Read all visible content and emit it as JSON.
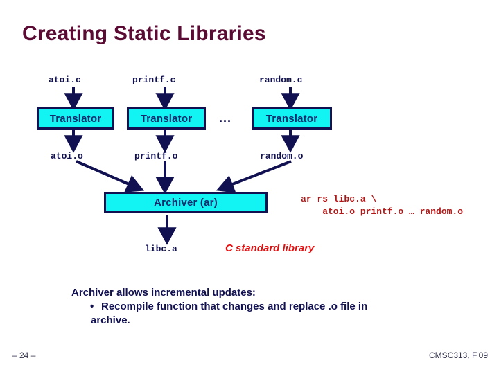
{
  "slide": {
    "title": "Creating Static Libraries",
    "page_number": "– 24 –",
    "course": "CMSC313, F'09",
    "accent_colors": {
      "title_maroon": "#5b0b33",
      "box_fill_cyan": "#12f3f3",
      "navy": "#111152",
      "command_red": "#b01818",
      "caption_red": "#e01010"
    }
  },
  "sources": [
    {
      "label": "atoi.c"
    },
    {
      "label": "printf.c"
    },
    {
      "label": "random.c"
    }
  ],
  "translators": [
    {
      "label": "Translator"
    },
    {
      "label": "Translator"
    },
    {
      "label": "Translator"
    }
  ],
  "objects": [
    {
      "label": "atoi.o"
    },
    {
      "label": "printf.o"
    },
    {
      "label": "random.o"
    }
  ],
  "ellipsis": "...",
  "archiver": {
    "label": "Archiver (ar)"
  },
  "archive_output": {
    "label": "libc.a",
    "caption": "C standard library"
  },
  "command": {
    "line1": "ar rs libc.a \\",
    "line2": "    atoi.o printf.o … random.o"
  },
  "notes": {
    "heading": "Archiver allows incremental updates:",
    "bullet_marker": "•",
    "bullet_line1": "Recompile function that changes and replace .o file in",
    "bullet_line2": "archive."
  }
}
